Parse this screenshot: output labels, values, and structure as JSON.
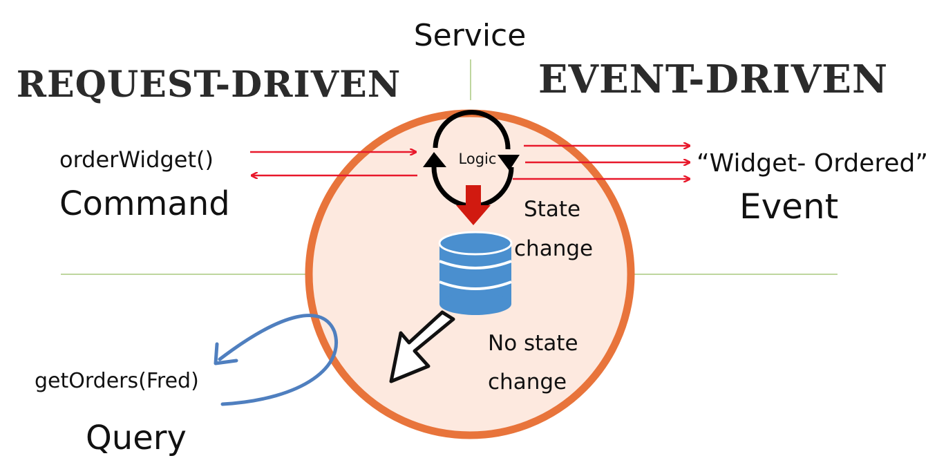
{
  "title": "Service",
  "headings": {
    "left": "REQUEST-DRIVEN",
    "right": "EVENT-DRIVEN"
  },
  "logic_label": "Logic",
  "command": {
    "call": "orderWidget()",
    "label": "Command"
  },
  "event": {
    "name": "“Widget- Ordered”",
    "label": "Event"
  },
  "state_change": [
    "State",
    "change"
  ],
  "no_state_change": [
    "No state",
    "change"
  ],
  "query": {
    "call": "getOrders(Fred)",
    "label": "Query"
  },
  "colors": {
    "circle_fill": "#fde9df",
    "circle_stroke": "#e8743b",
    "arrow_red": "#e8182b",
    "database": "#4a8fcf",
    "query_arrow": "#4f7fbf",
    "divider": "#a8c97f",
    "down_arrow": "#d11a10"
  },
  "icons": [
    "refresh-cycle-icon",
    "database-icon",
    "down-arrow-icon",
    "curved-arrow-icon"
  ]
}
